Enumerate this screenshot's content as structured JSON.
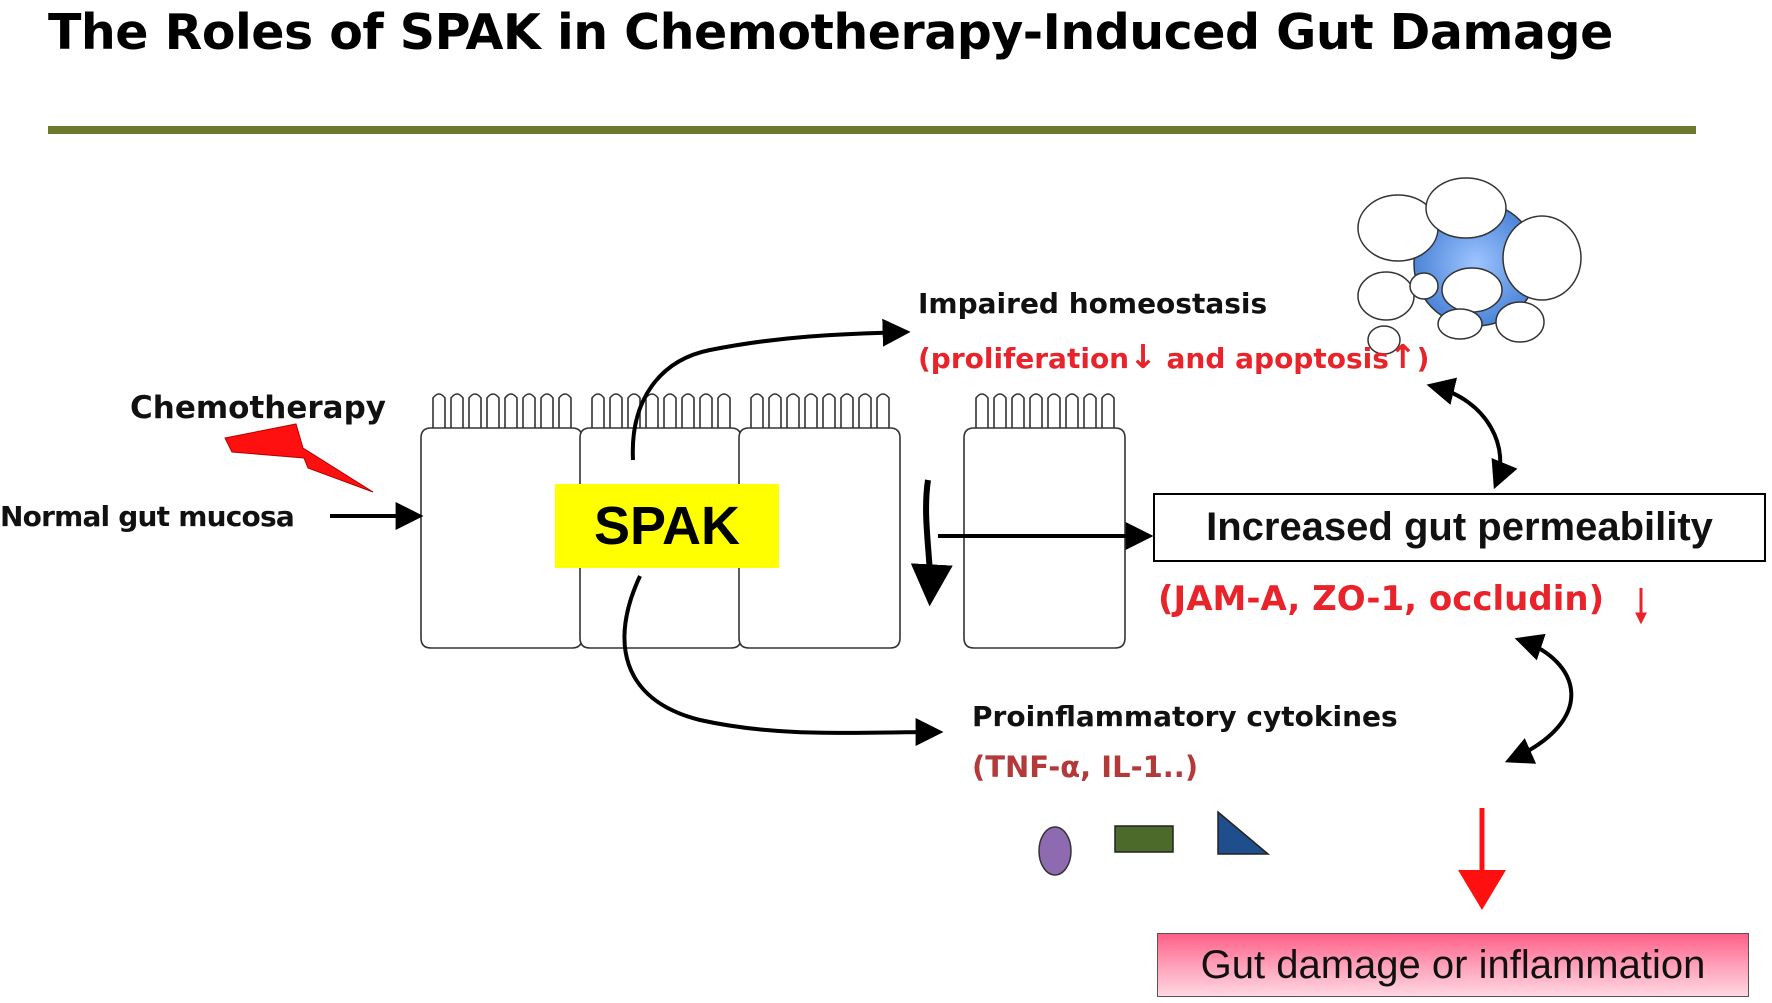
{
  "title": "The Roles of SPAK in Chemotherapy-Induced Gut Damage",
  "labels": {
    "chemotherapy": "Chemotherapy",
    "normal_gut_mucosa": "Normal gut mucosa",
    "spak": "SPAK",
    "impaired_homeostasis": "Impaired homeostasis",
    "homeostasis_detail_a": "(proliferation",
    "homeostasis_detail_b": "and apoptosis",
    "homeostasis_detail_c": ")",
    "increased_permeability": "Increased gut permeability",
    "tight_junctions": "(JAM-A, ZO-1, occludin)",
    "proinflammatory_cytokines": "Proinflammatory  cytokines",
    "cytokine_examples": "(TNF-α, IL-1..)",
    "gut_damage": "Gut damage or inflammation",
    "down_arrow_glyph": "↓",
    "up_arrow_glyph": "↑"
  },
  "colors": {
    "title_rule": "#6b7a2e",
    "spak_fill": "#ffff00",
    "red_text": "#e8232a",
    "brick_text": "#b33a3a",
    "lightning": "#ff1010",
    "cell_cluster": "#4a86d8",
    "cytokine_oval": "#8e6bb0",
    "cytokine_rect": "#4c6a2a",
    "cytokine_triangle": "#1f4e8c"
  },
  "icons": [
    "lightning-bolt-icon",
    "cell-cluster-icon",
    "cytokine-oval-icon",
    "cytokine-rectangle-icon",
    "cytokine-triangle-icon"
  ]
}
